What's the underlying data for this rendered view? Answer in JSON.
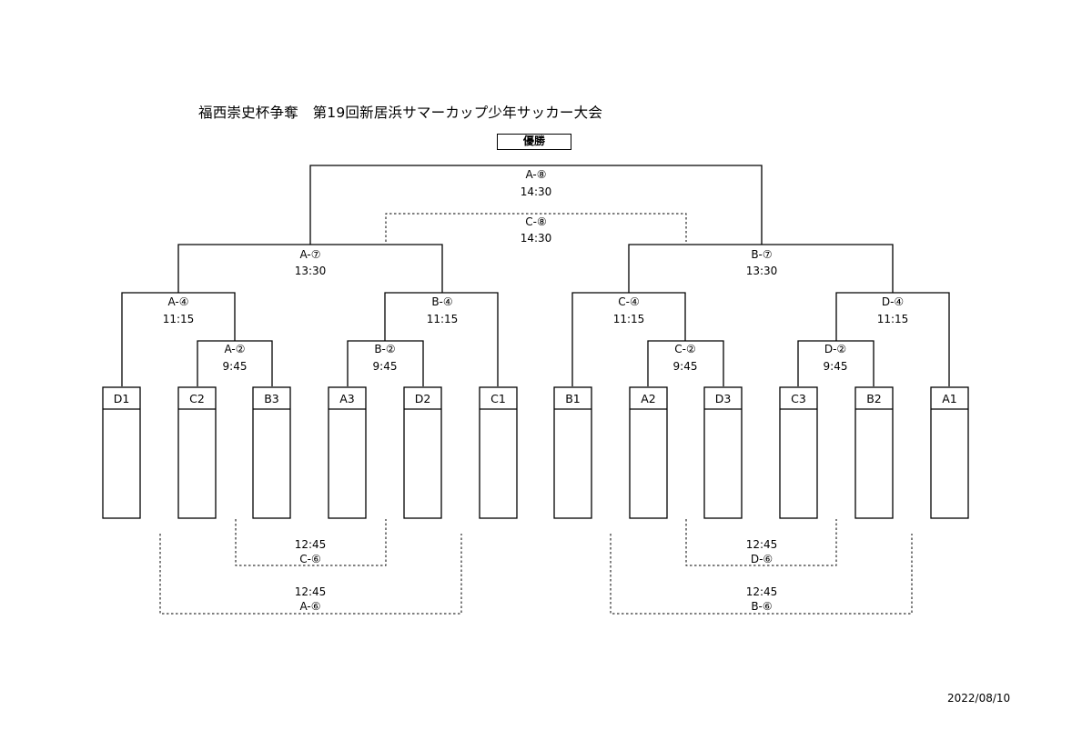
{
  "title": "福西崇史杯争奪　第19回新居浜サマーカップ少年サッカー大会",
  "champion_label": "優勝",
  "date": "2022/08/10",
  "teams": [
    "D1",
    "C2",
    "B3",
    "A3",
    "D2",
    "C1",
    "B1",
    "A2",
    "D3",
    "C3",
    "B2",
    "A1"
  ],
  "matches": {
    "final": {
      "name": "A-⑧",
      "time": "14:30"
    },
    "third": {
      "name": "C-⑧",
      "time": "14:30"
    },
    "semi_left": {
      "name": "A-⑦",
      "time": "13:30"
    },
    "semi_right": {
      "name": "B-⑦",
      "time": "13:30"
    },
    "qf1": {
      "name": "A-④",
      "time": "11:15"
    },
    "qf2": {
      "name": "B-④",
      "time": "11:15"
    },
    "qf3": {
      "name": "C-④",
      "time": "11:15"
    },
    "qf4": {
      "name": "D-④",
      "time": "11:15"
    },
    "r1_1": {
      "name": "A-②",
      "time": "9:45"
    },
    "r1_2": {
      "name": "B-②",
      "time": "9:45"
    },
    "r1_3": {
      "name": "C-②",
      "time": "9:45"
    },
    "r1_4": {
      "name": "D-②",
      "time": "9:45"
    },
    "cons_c6": {
      "name": "C-⑥",
      "time": "12:45"
    },
    "cons_a6": {
      "name": "A-⑥",
      "time": "12:45"
    },
    "cons_d6": {
      "name": "D-⑥",
      "time": "12:45"
    },
    "cons_b6": {
      "name": "B-⑥",
      "time": "12:45"
    }
  }
}
